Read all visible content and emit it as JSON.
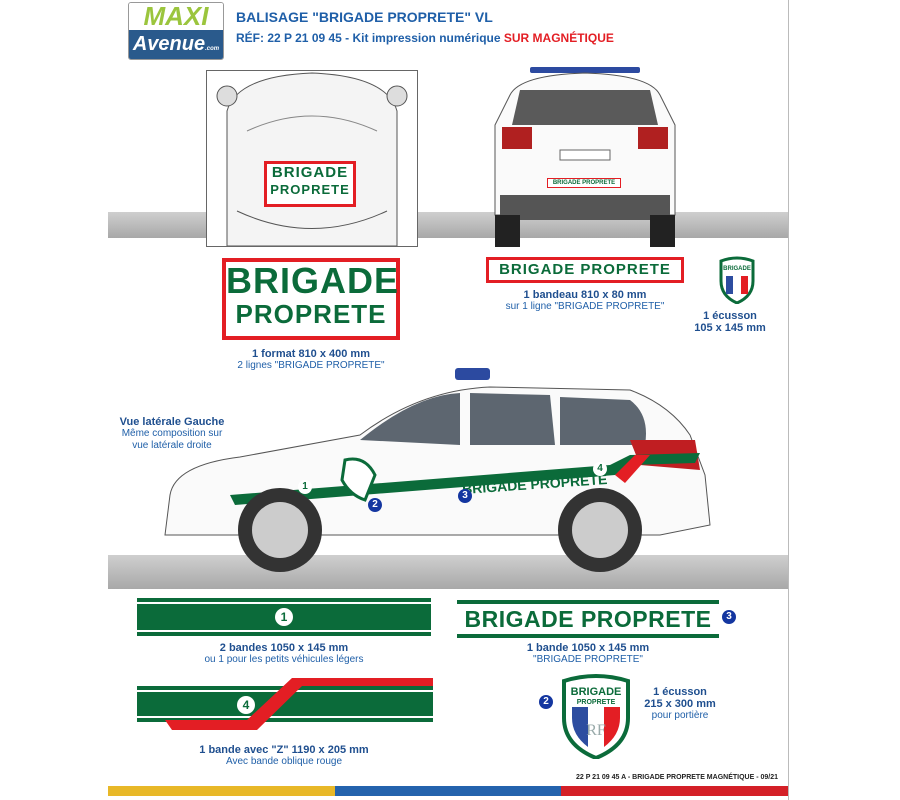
{
  "logo": {
    "top": "MAXI",
    "bottom": "Avenue",
    "suffix": ".com"
  },
  "header": {
    "title": "BALISAGE \"BRIGADE PROPRETE\" VL",
    "ref": "RÉF: 22 P 21 09 45 - Kit impression numérique",
    "ref_highlight": "SUR MAGNÉTIQUE"
  },
  "badge_text": "BRIGADE PROPRETE",
  "badge_line1": "BRIGADE",
  "badge_line2": "PROPRETE",
  "shield_initials": "RF",
  "items": {
    "hood": {
      "title": "1 format 810 x 400 mm",
      "sub": "2 lignes \"BRIGADE PROPRETE\""
    },
    "bandeau": {
      "title": "1 bandeau 810 x 80 mm",
      "sub": "sur 1 ligne \"BRIGADE PROPRETE\""
    },
    "ecusson_small": {
      "title1": "1 écusson",
      "title2": "105 x 145 mm"
    },
    "side_view": {
      "title": "Vue latérale Gauche",
      "sub1": "Même composition sur",
      "sub2": "vue latérale droite"
    },
    "band1": {
      "num": "1",
      "title": "2 bandes 1050 x 145 mm",
      "sub": "ou 1 pour les petits véhicules légers"
    },
    "band3": {
      "num": "3",
      "title": "1 bande 1050 x 145 mm",
      "sub": "\"BRIGADE PROPRETE\""
    },
    "band4": {
      "num": "4",
      "title": "1 bande avec \"Z\" 1190 x 205 mm",
      "sub": "Avec bande oblique rouge"
    },
    "ecusson_door": {
      "num": "2",
      "title1": "1 écusson",
      "title2": "215 x 300 mm",
      "sub": "pour portière"
    }
  },
  "footer": "22 P 21 09 45 A - BRIGADE PROPRETE MAGNÉTIQUE - 09/21",
  "colors": {
    "green": "#0b6b3a",
    "red": "#e31e24",
    "blue": "#1f5fa8",
    "yellow": "#e8b828",
    "footer_red": "#d42027"
  }
}
